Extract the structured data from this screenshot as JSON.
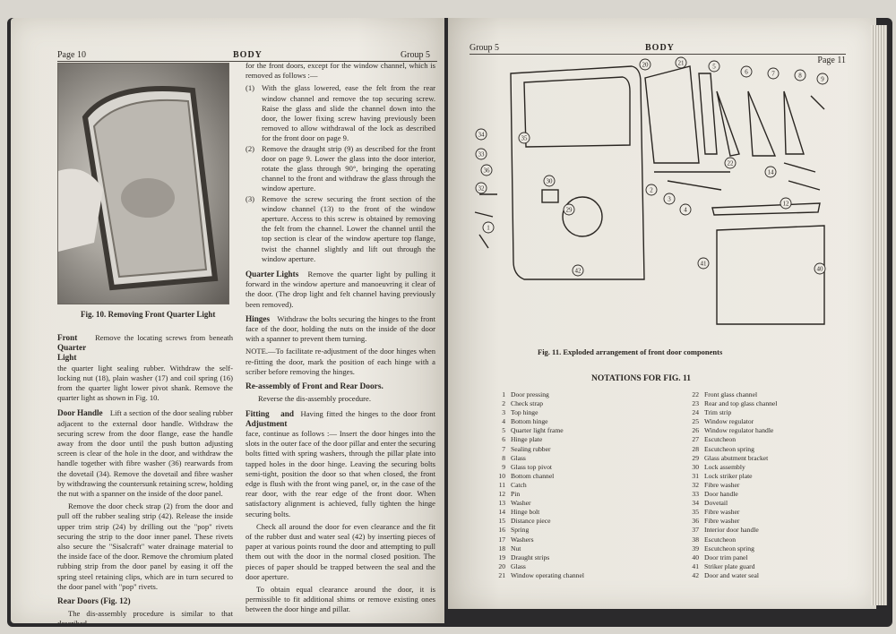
{
  "left_page": {
    "header": {
      "page": "Page 10",
      "section": "BODY",
      "group": "Group 5"
    },
    "fig_caption": "Fig. 10. Removing Front Quarter Light",
    "col1": {
      "front_quarter_light_head": "Front Quarter Light",
      "front_quarter_light_body": "Remove the locating screws from beneath the quarter light sealing rubber. Withdraw the self-locking nut (18), plain washer (17) and coil spring (16) from the quarter light lower pivot shank. Remove the quarter light as shown in Fig. 10.",
      "door_handle_head": "Door Handle",
      "door_handle_body": "Lift a section of the door sealing rubber adjacent to the external door handle. Withdraw the securing screw from the door flange, ease the handle away from the door until the push button adjusting screen is clear of the hole in the door, and withdraw the handle together with fibre washer (36) rearwards from the dovetail (34). Remove the dovetail and fibre washer by withdrawing the countersunk retaining screw, holding the nut with a spanner on the inside of the door panel.",
      "check_strap_body": "Remove the door check strap (2) from the door and pull off the rubber sealing strip (42). Release the inside upper trim strip (24) by drilling out the \"pop\" rivets securing the strip to the door inner panel. These rivets also secure the \"Sisalcraft\" water drainage material to the inside face of the door. Remove the chromium plated rubbing strip from the door panel by easing it off the spring steel retaining clips, which are in turn secured to the door panel with \"pop\" rivets.",
      "rear_doors_head": "Rear Doors (Fig. 12)",
      "rear_doors_body": "The dis-assembly procedure is similar to that described"
    },
    "col2": {
      "intro": "for the front doors, except for the window channel, which is removed as follows :—",
      "steps": [
        {
          "n": "(1)",
          "text": "With the glass lowered, ease the felt from the rear window channel and remove the top securing screw. Raise the glass and slide the channel down into the door, the lower fixing screw having previously been removed to allow withdrawal of the lock as described for the front door on page 9."
        },
        {
          "n": "(2)",
          "text": "Remove the draught strip (9) as described for the front door on page 9. Lower the glass into the door interior, rotate the glass through 90°, bringing the operating channel to the front and withdraw the glass through the window aperture."
        },
        {
          "n": "(3)",
          "text": "Remove the screw securing the front section of the window channel (13) to the front of the window aperture. Access to this screw is obtained by removing the felt from the channel. Lower the channel until the top section is clear of the window aperture top flange, twist the channel slightly and lift out through the window aperture."
        }
      ],
      "quarter_lights_head": "Quarter Lights",
      "quarter_lights_body": "Remove the quarter light by pulling it forward in the window aperture and manoeuvring it clear of the door. (The drop light and felt channel having previously been removed).",
      "hinges_head": "Hinges",
      "hinges_body": "Withdraw the bolts securing the hinges to the front face of the door, holding the nuts on the inside of the door with a spanner to prevent them turning.",
      "note": "NOTE.—To facilitate re-adjustment of the door hinges when re-fitting the door, mark the position of each hinge with a scriber before removing the hinges.",
      "reassembly_head": "Re-assembly of Front and Rear Doors.",
      "reassembly_body": "Reverse the dis-assembly procedure.",
      "fitting_head": "Fitting and Adjustment",
      "fitting_body": "Having fitted the hinges to the door front face, continue as follows :— Insert the door hinges into the slots in the outer face of the door pillar and enter the securing bolts fitted with spring washers, through the pillar plate into tapped holes in the door hinge. Leaving the securing bolts semi-tight, position the door so that when closed, the front edge is flush with the front wing panel, or, in the case of the rear door, with the rear edge of the front door. When satisfactory alignment is achieved, fully tighten the hinge securing bolts.",
      "check_body": "Check all around the door for even clearance and the fit of the rubber dust and water seal (42) by inserting pieces of paper at various points round the door and attempting to pull them out with the door in the normal closed position. The pieces of paper should be trapped between the seal and the door aperture.",
      "clearance_body": "To obtain equal clearance around the door, it is permissible to fit additional shims or remove existing ones between the door hinge and pillar."
    }
  },
  "right_page": {
    "header": {
      "group": "Group 5",
      "section": "BODY",
      "page": "Page 11"
    },
    "fig_caption": "Fig. 11. Exploded arrangement of front door components",
    "notations_title": "NOTATIONS FOR FIG. 11",
    "notations_left": [
      {
        "n": "1",
        "t": "Door pressing"
      },
      {
        "n": "2",
        "t": "Check strap"
      },
      {
        "n": "3",
        "t": "Top hinge"
      },
      {
        "n": "4",
        "t": "Bottom hinge"
      },
      {
        "n": "5",
        "t": "Quarter light frame"
      },
      {
        "n": "6",
        "t": "Hinge plate"
      },
      {
        "n": "7",
        "t": "Sealing rubber"
      },
      {
        "n": "8",
        "t": "Glass"
      },
      {
        "n": "9",
        "t": "Glass top pivot"
      },
      {
        "n": "10",
        "t": "Bottom channel"
      },
      {
        "n": "11",
        "t": "Catch"
      },
      {
        "n": "12",
        "t": "Pin"
      },
      {
        "n": "13",
        "t": "Washer"
      },
      {
        "n": "14",
        "t": "Hinge bolt"
      },
      {
        "n": "15",
        "t": "Distance piece"
      },
      {
        "n": "16",
        "t": "Spring"
      },
      {
        "n": "17",
        "t": "Washers"
      },
      {
        "n": "18",
        "t": "Nut"
      },
      {
        "n": "19",
        "t": "Draught strips"
      },
      {
        "n": "20",
        "t": "Glass"
      },
      {
        "n": "21",
        "t": "Window operating channel"
      }
    ],
    "notations_right": [
      {
        "n": "22",
        "t": "Front glass channel"
      },
      {
        "n": "23",
        "t": "Rear and top glass channel"
      },
      {
        "n": "24",
        "t": "Trim strip"
      },
      {
        "n": "25",
        "t": "Window regulator"
      },
      {
        "n": "26",
        "t": "Window regulator handle"
      },
      {
        "n": "27",
        "t": "Escutcheon"
      },
      {
        "n": "28",
        "t": "Escutcheon spring"
      },
      {
        "n": "29",
        "t": "Glass abutment bracket"
      },
      {
        "n": "30",
        "t": "Lock assembly"
      },
      {
        "n": "31",
        "t": "Lock striker plate"
      },
      {
        "n": "32",
        "t": "Fibre washer"
      },
      {
        "n": "33",
        "t": "Door handle"
      },
      {
        "n": "34",
        "t": "Dovetail"
      },
      {
        "n": "35",
        "t": "Fibre washer"
      },
      {
        "n": "36",
        "t": "Fibre washer"
      },
      {
        "n": "37",
        "t": "Interior door handle"
      },
      {
        "n": "38",
        "t": "Escutcheon"
      },
      {
        "n": "39",
        "t": "Escutcheon spring"
      },
      {
        "n": "40",
        "t": "Door trim panel"
      },
      {
        "n": "41",
        "t": "Striker plate guard"
      },
      {
        "n": "42",
        "t": "Door and water seal"
      }
    ],
    "diagram_labels": [
      "20",
      "21",
      "5",
      "6",
      "7",
      "8",
      "9",
      "34",
      "35",
      "36",
      "33",
      "32",
      "30",
      "1",
      "29",
      "22",
      "2",
      "3",
      "4",
      "42",
      "14",
      "12",
      "41",
      "40"
    ]
  }
}
